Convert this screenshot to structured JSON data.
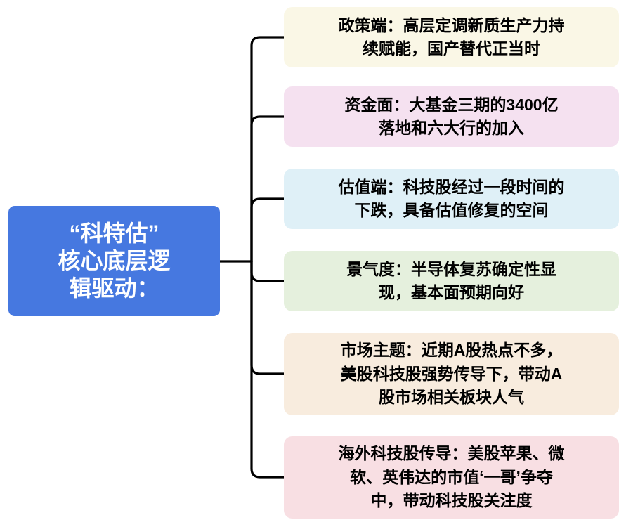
{
  "canvas_bg": "#FFFFFF",
  "connector_color": "#000000",
  "root": {
    "text": "“科特估”核心底层逻辑驱动：",
    "lines": [
      "“科特估”",
      "核心底层逻",
      "辑驱动："
    ],
    "bg": "#4678E0",
    "text_color": "#FFFFFF"
  },
  "branches": [
    {
      "name": "policy",
      "text": "政策端：高层定调新质生产力持续赋能，国产替代正当时",
      "lines": [
        "政策端：高层定调新质生产力持",
        "续赋能，国产替代正当时"
      ],
      "bg": "#FAF7E6"
    },
    {
      "name": "funding",
      "text": "资金面：大基金三期的3400亿落地和六大行的加入",
      "lines": [
        "资金面：大基金三期的3400亿",
        "落地和六大行的加入"
      ],
      "bg": "#F5E1F0"
    },
    {
      "name": "valuation",
      "text": "估值端：科技股经过一段时间的下跌，具备估值修复的空间",
      "lines": [
        "估值端：科技股经过一段时间的",
        "下跌，具备估值修复的空间"
      ],
      "bg": "#DFF0F7"
    },
    {
      "name": "prosperity",
      "text": "景气度：半导体复苏确定性显现，基本面预期向好",
      "lines": [
        "景气度：半导体复苏确定性显",
        "现，基本面预期向好"
      ],
      "bg": "#E5F0DD"
    },
    {
      "name": "market-theme",
      "text": "市场主题：近期A股热点不多，美股科技股强势传导下，带动A股市场相关板块人气",
      "lines": [
        "市场主题：近期A股热点不多，",
        "美股科技股强势传导下，带动A",
        "股市场相关板块人气"
      ],
      "bg": "#F8ECDE"
    },
    {
      "name": "overseas-tech",
      "text": "海外科技股传导：美股苹果、微软、英伟达的市值‘一哥’争夺中，带动科技股关注度",
      "lines": [
        "海外科技股传导：美股苹果、微",
        "软、英伟达的市值‘一哥’争夺",
        "中，带动科技股关注度"
      ],
      "bg": "#F8DFE3"
    }
  ]
}
